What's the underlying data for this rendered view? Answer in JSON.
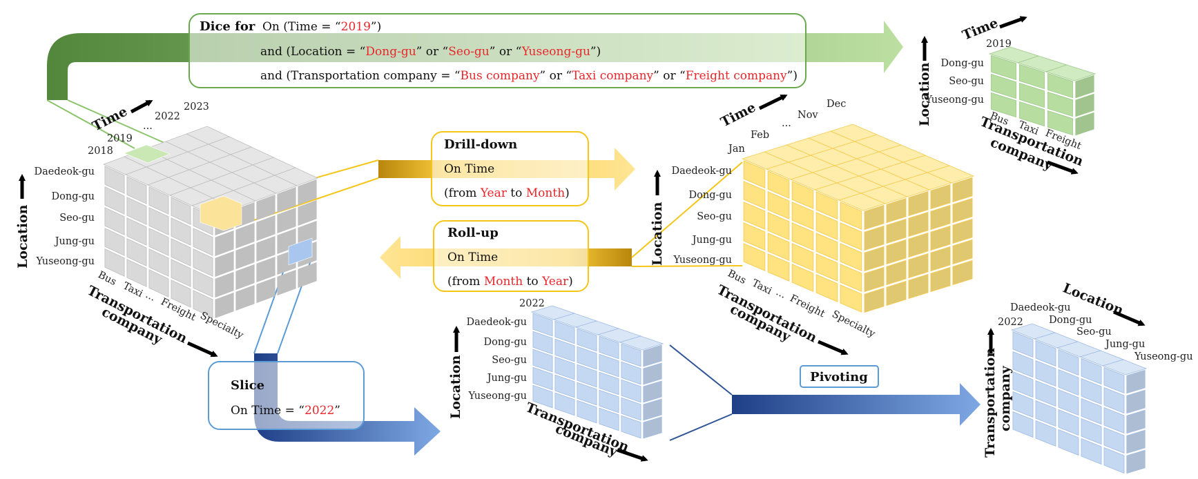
{
  "colors": {
    "green": "#6aa84f",
    "yellow": "#f5c518",
    "blue": "#3b6fc2",
    "red_text": "#e8262b",
    "gray_cube": "#d9d9d9"
  },
  "dice": {
    "title": "Dice for",
    "line1": {
      "pre": "On  (Time = “",
      "v1": "2019",
      "post": "”)"
    },
    "line2": {
      "pre": "and (Location = “",
      "v1": "Dong-gu",
      "s1": "” or “",
      "v2": "Seo-gu",
      "s2": "” or “",
      "v3": "Yuseong-gu",
      "post": "”)"
    },
    "line3": {
      "pre": "and (Transportation company = “",
      "v1": "Bus company",
      "s1": "” or “",
      "v2": "Taxi company",
      "s2": "” or “",
      "v3": "Freight company",
      "post": "”)"
    }
  },
  "drilldown": {
    "title": "Drill-down",
    "line1": "On Time",
    "line2": {
      "pre": "(from ",
      "v1": "Year",
      "mid": " to ",
      "v2": "Month",
      "post": ")"
    }
  },
  "rollup": {
    "title": "Roll-up",
    "line1": "On Time",
    "line2": {
      "pre": "(from ",
      "v1": "Month",
      "mid": " to ",
      "v2": "Year",
      "post": ")"
    }
  },
  "slice": {
    "title": "Slice",
    "line1": {
      "pre": "On Time = “",
      "v1": "2022",
      "post": "”"
    }
  },
  "pivoting": {
    "label": "Pivoting"
  },
  "main_cube": {
    "time_axis": "Time",
    "time_labels": [
      "2018",
      "2019",
      "...",
      "2022",
      "2023"
    ],
    "location_axis": "Location",
    "location_labels": [
      "Daedeok-gu",
      "Dong-gu",
      "Seo-gu",
      "Jung-gu",
      "Yuseong-gu"
    ],
    "company_axis": [
      "Transportation",
      "company"
    ],
    "company_labels": [
      "Bus",
      "Taxi",
      "...",
      "Freight",
      "Specialty"
    ]
  },
  "dice_cube": {
    "time_axis": "Time",
    "time_label": "2019",
    "location_axis": "Location",
    "location_labels": [
      "Dong-gu",
      "Seo-gu",
      "Yuseong-gu"
    ],
    "company_axis": [
      "Transportation",
      "company"
    ],
    "company_labels": [
      "Bus",
      "Taxi",
      "Freight"
    ]
  },
  "month_cube": {
    "time_axis": "Time",
    "time_labels": [
      "Jan",
      "Feb",
      "...",
      "Nov",
      "Dec"
    ],
    "location_axis": "Location",
    "location_labels": [
      "Daedeok-gu",
      "Dong-gu",
      "Seo-gu",
      "Jung-gu",
      "Yuseong-gu"
    ],
    "company_axis": [
      "Transportation",
      "company"
    ],
    "company_labels": [
      "Bus",
      "Taxi",
      "...",
      "Freight",
      "Specialty"
    ]
  },
  "slice_cube": {
    "time_label": "2022",
    "location_axis": "Location",
    "location_labels": [
      "Daedeok-gu",
      "Dong-gu",
      "Seo-gu",
      "Jung-gu",
      "Yuseong-gu"
    ],
    "company_axis": [
      "Transportation",
      "company"
    ]
  },
  "pivot_cube": {
    "time_label": "2022",
    "location_axis": "Location",
    "location_labels": [
      "Daedeok-gu",
      "Dong-gu",
      "Seo-gu",
      "Jung-gu",
      "Yuseong-gu"
    ],
    "company_axis": [
      "Transportation",
      "company"
    ]
  }
}
